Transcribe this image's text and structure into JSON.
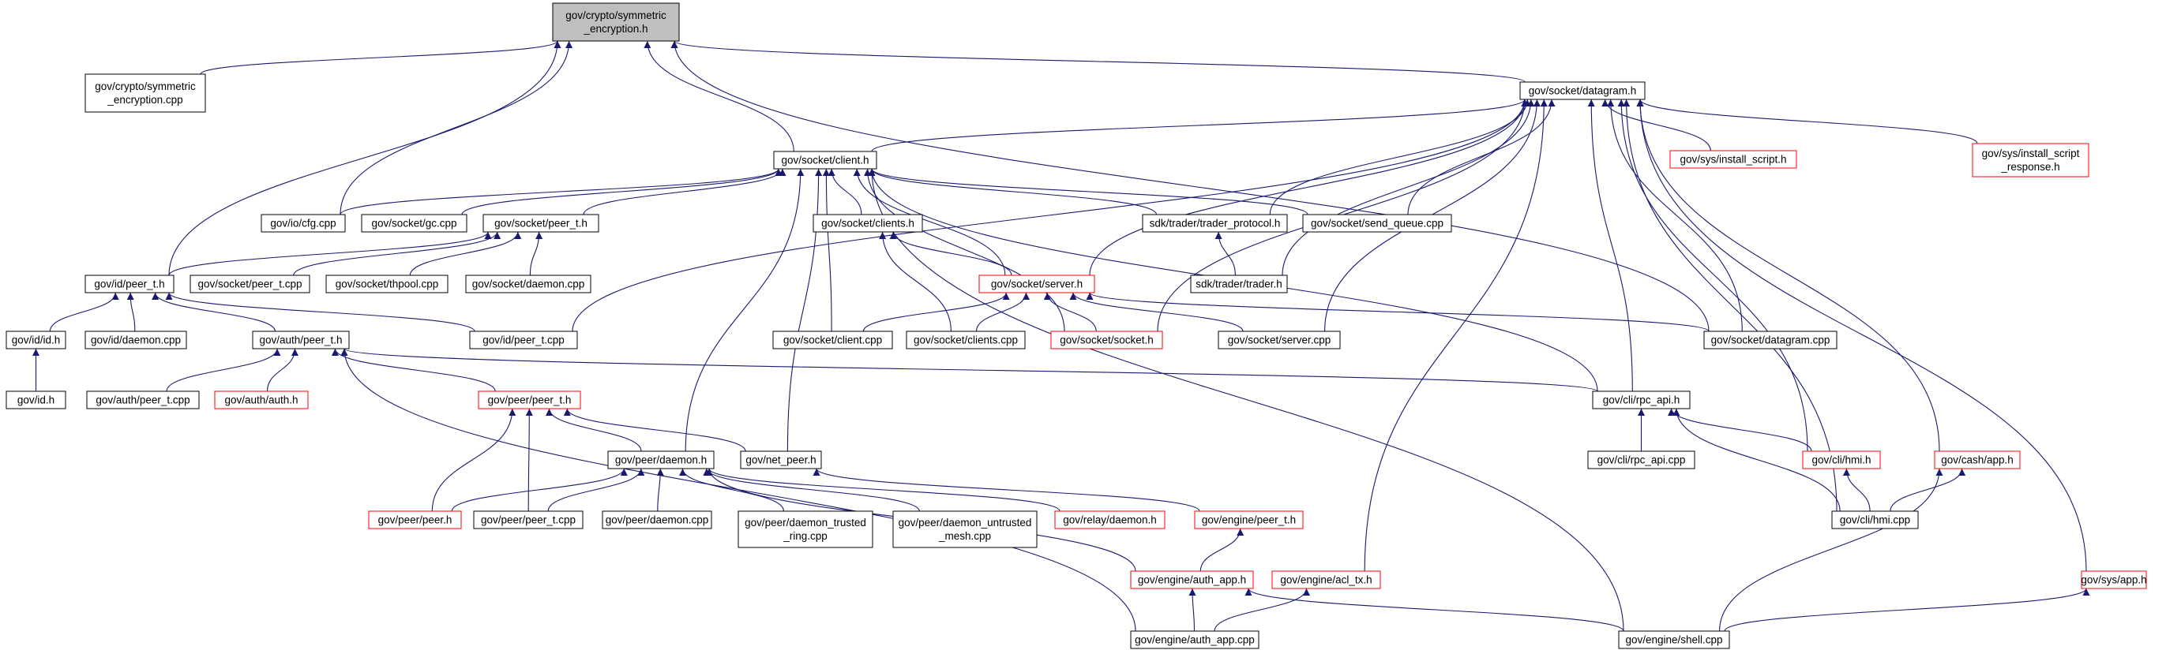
{
  "colors": {
    "edge": "#191970",
    "box_default": "#000000",
    "box_red": "#ff0000",
    "focus_fill": "#bfbfbf",
    "text": "#000000"
  },
  "nodes": [
    {
      "id": "n0",
      "lines": [
        "gov/crypto/symmetric",
        "_encryption.h"
      ],
      "style": "focus"
    },
    {
      "id": "n1",
      "lines": [
        "gov/crypto/symmetric",
        "_encryption.cpp"
      ],
      "style": "black"
    },
    {
      "id": "n2",
      "lines": [
        "gov/socket/datagram.h"
      ],
      "style": "black"
    },
    {
      "id": "n3",
      "lines": [
        "gov/socket/client.h"
      ],
      "style": "black"
    },
    {
      "id": "n4",
      "lines": [
        "gov/sys/install_script.h"
      ],
      "style": "red"
    },
    {
      "id": "n5",
      "lines": [
        "gov/sys/install_script",
        "_response.h"
      ],
      "style": "red"
    },
    {
      "id": "n6",
      "lines": [
        "gov/io/cfg.cpp"
      ],
      "style": "black"
    },
    {
      "id": "n7",
      "lines": [
        "gov/socket/gc.cpp"
      ],
      "style": "black"
    },
    {
      "id": "n8",
      "lines": [
        "gov/socket/peer_t.h"
      ],
      "style": "black"
    },
    {
      "id": "n9",
      "lines": [
        "gov/socket/clients.h"
      ],
      "style": "black"
    },
    {
      "id": "n10",
      "lines": [
        "sdk/trader/trader_protocol.h"
      ],
      "style": "black"
    },
    {
      "id": "n11",
      "lines": [
        "gov/socket/send_queue.cpp"
      ],
      "style": "black"
    },
    {
      "id": "n12",
      "lines": [
        "gov/id/peer_t.h"
      ],
      "style": "black"
    },
    {
      "id": "n13",
      "lines": [
        "gov/socket/peer_t.cpp"
      ],
      "style": "black"
    },
    {
      "id": "n14",
      "lines": [
        "gov/socket/thpool.cpp"
      ],
      "style": "black"
    },
    {
      "id": "n15",
      "lines": [
        "gov/socket/daemon.cpp"
      ],
      "style": "black"
    },
    {
      "id": "n16",
      "lines": [
        "gov/socket/server.h"
      ],
      "style": "red"
    },
    {
      "id": "n17",
      "lines": [
        "sdk/trader/trader.h"
      ],
      "style": "black"
    },
    {
      "id": "n18",
      "lines": [
        "gov/id/id.h"
      ],
      "style": "black"
    },
    {
      "id": "n19",
      "lines": [
        "gov/id/daemon.cpp"
      ],
      "style": "black"
    },
    {
      "id": "n20",
      "lines": [
        "gov/auth/peer_t.h"
      ],
      "style": "black"
    },
    {
      "id": "n21",
      "lines": [
        "gov/id/peer_t.cpp"
      ],
      "style": "black"
    },
    {
      "id": "n22",
      "lines": [
        "gov/socket/client.cpp"
      ],
      "style": "black"
    },
    {
      "id": "n23",
      "lines": [
        "gov/socket/clients.cpp"
      ],
      "style": "black"
    },
    {
      "id": "n24",
      "lines": [
        "gov/socket/socket.h"
      ],
      "style": "red"
    },
    {
      "id": "n25",
      "lines": [
        "gov/socket/server.cpp"
      ],
      "style": "black"
    },
    {
      "id": "n26",
      "lines": [
        "gov/socket/datagram.cpp"
      ],
      "style": "black"
    },
    {
      "id": "n27",
      "lines": [
        "gov/id.h"
      ],
      "style": "black"
    },
    {
      "id": "n28",
      "lines": [
        "gov/auth/peer_t.cpp"
      ],
      "style": "black"
    },
    {
      "id": "n29",
      "lines": [
        "gov/auth/auth.h"
      ],
      "style": "red"
    },
    {
      "id": "n30",
      "lines": [
        "gov/peer/peer_t.h"
      ],
      "style": "red"
    },
    {
      "id": "n31",
      "lines": [
        "gov/cli/rpc_api.h"
      ],
      "style": "black"
    },
    {
      "id": "n32",
      "lines": [
        "gov/peer/daemon.h"
      ],
      "style": "black"
    },
    {
      "id": "n33",
      "lines": [
        "gov/net_peer.h"
      ],
      "style": "black"
    },
    {
      "id": "n34",
      "lines": [
        "gov/cli/rpc_api.cpp"
      ],
      "style": "black"
    },
    {
      "id": "n35",
      "lines": [
        "gov/cli/hmi.h"
      ],
      "style": "red"
    },
    {
      "id": "n36",
      "lines": [
        "gov/cash/app.h"
      ],
      "style": "red"
    },
    {
      "id": "n37",
      "lines": [
        "gov/peer/peer.h"
      ],
      "style": "red"
    },
    {
      "id": "n38",
      "lines": [
        "gov/peer/peer_t.cpp"
      ],
      "style": "black"
    },
    {
      "id": "n39",
      "lines": [
        "gov/peer/daemon.cpp"
      ],
      "style": "black"
    },
    {
      "id": "n40",
      "lines": [
        "gov/peer/daemon_trusted",
        "_ring.cpp"
      ],
      "style": "black"
    },
    {
      "id": "n41",
      "lines": [
        "gov/peer/daemon_untrusted",
        "_mesh.cpp"
      ],
      "style": "black"
    },
    {
      "id": "n42",
      "lines": [
        "gov/relay/daemon.h"
      ],
      "style": "red"
    },
    {
      "id": "n43",
      "lines": [
        "gov/engine/peer_t.h"
      ],
      "style": "red"
    },
    {
      "id": "n44",
      "lines": [
        "gov/cli/hmi.cpp"
      ],
      "style": "black"
    },
    {
      "id": "n45",
      "lines": [
        "gov/engine/auth_app.h"
      ],
      "style": "red"
    },
    {
      "id": "n46",
      "lines": [
        "gov/engine/acl_tx.h"
      ],
      "style": "red"
    },
    {
      "id": "n47",
      "lines": [
        "gov/sys/app.h"
      ],
      "style": "red"
    },
    {
      "id": "n48",
      "lines": [
        "gov/engine/auth_app.cpp"
      ],
      "style": "black"
    },
    {
      "id": "n49",
      "lines": [
        "gov/engine/shell.cpp"
      ],
      "style": "black"
    }
  ],
  "edges": [
    [
      "n1",
      "n0"
    ],
    [
      "n2",
      "n0"
    ],
    [
      "n3",
      "n0"
    ],
    [
      "n6",
      "n0"
    ],
    [
      "n12",
      "n0"
    ],
    [
      "n26",
      "n0"
    ],
    [
      "n3",
      "n2"
    ],
    [
      "n4",
      "n2"
    ],
    [
      "n5",
      "n2"
    ],
    [
      "n10",
      "n2"
    ],
    [
      "n11",
      "n2"
    ],
    [
      "n16",
      "n2"
    ],
    [
      "n17",
      "n2"
    ],
    [
      "n21",
      "n2"
    ],
    [
      "n24",
      "n2"
    ],
    [
      "n25",
      "n2"
    ],
    [
      "n26",
      "n2"
    ],
    [
      "n31",
      "n2"
    ],
    [
      "n35",
      "n2"
    ],
    [
      "n36",
      "n2"
    ],
    [
      "n44",
      "n2"
    ],
    [
      "n46",
      "n2"
    ],
    [
      "n47",
      "n2"
    ],
    [
      "n6",
      "n3"
    ],
    [
      "n7",
      "n3"
    ],
    [
      "n8",
      "n3"
    ],
    [
      "n9",
      "n3"
    ],
    [
      "n10",
      "n3"
    ],
    [
      "n11",
      "n3"
    ],
    [
      "n16",
      "n3"
    ],
    [
      "n22",
      "n3"
    ],
    [
      "n24",
      "n3"
    ],
    [
      "n33",
      "n3"
    ],
    [
      "n32",
      "n3"
    ],
    [
      "n31",
      "n3"
    ],
    [
      "n49",
      "n3"
    ],
    [
      "n12",
      "n8"
    ],
    [
      "n13",
      "n8"
    ],
    [
      "n14",
      "n8"
    ],
    [
      "n15",
      "n8"
    ],
    [
      "n16",
      "n9"
    ],
    [
      "n23",
      "n9"
    ],
    [
      "n17",
      "n10"
    ],
    [
      "n18",
      "n12"
    ],
    [
      "n19",
      "n12"
    ],
    [
      "n20",
      "n12"
    ],
    [
      "n21",
      "n12"
    ],
    [
      "n22",
      "n16"
    ],
    [
      "n23",
      "n16"
    ],
    [
      "n24",
      "n16"
    ],
    [
      "n25",
      "n16"
    ],
    [
      "n26",
      "n16"
    ],
    [
      "n27",
      "n18"
    ],
    [
      "n28",
      "n20"
    ],
    [
      "n29",
      "n20"
    ],
    [
      "n30",
      "n20"
    ],
    [
      "n31",
      "n20"
    ],
    [
      "n48",
      "n20"
    ],
    [
      "n32",
      "n30"
    ],
    [
      "n33",
      "n30"
    ],
    [
      "n37",
      "n30"
    ],
    [
      "n38",
      "n30"
    ],
    [
      "n37",
      "n32"
    ],
    [
      "n38",
      "n32"
    ],
    [
      "n39",
      "n32"
    ],
    [
      "n40",
      "n32"
    ],
    [
      "n41",
      "n32"
    ],
    [
      "n42",
      "n32"
    ],
    [
      "n45",
      "n32"
    ],
    [
      "n43",
      "n33"
    ],
    [
      "n34",
      "n31"
    ],
    [
      "n35",
      "n31"
    ],
    [
      "n44",
      "n31"
    ],
    [
      "n44",
      "n35"
    ],
    [
      "n44",
      "n36"
    ],
    [
      "n49",
      "n36"
    ],
    [
      "n45",
      "n43"
    ],
    [
      "n48",
      "n45"
    ],
    [
      "n49",
      "n45"
    ],
    [
      "n48",
      "n46"
    ],
    [
      "n49",
      "n47"
    ]
  ]
}
